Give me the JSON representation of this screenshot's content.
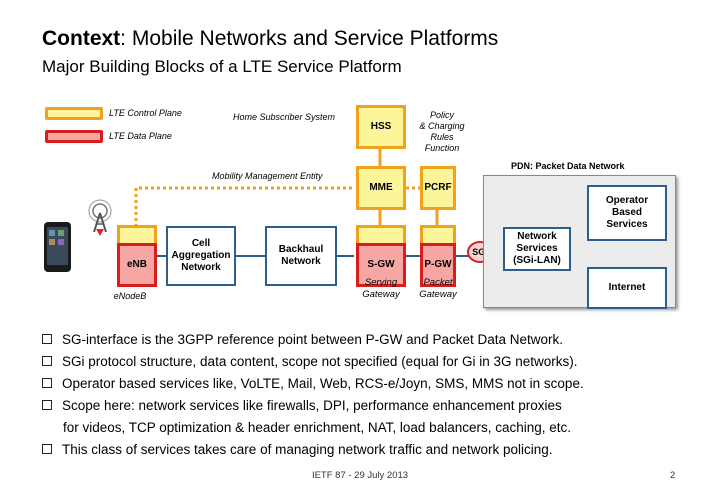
{
  "slide": {
    "title_bold": "Context",
    "title_rest": ": Mobile Networks and Service Platforms",
    "subtitle": "Major Building Blocks of a LTE Service Platform"
  },
  "legend": {
    "control": "LTE Control Plane",
    "data": "LTE Data Plane"
  },
  "nodes": {
    "hss": "HSS",
    "mme": "MME",
    "pcrf": "PCRF",
    "enb": "eNB",
    "cell_agg": [
      "Cell",
      "Aggregation",
      "Network"
    ],
    "backhaul": [
      "Backhaul",
      "Network"
    ],
    "sgw": "S-GW",
    "pgw": "P-GW",
    "sgi": "SGi",
    "net_services": [
      "Network",
      "Services",
      "(SGi-LAN)"
    ],
    "operator": [
      "Operator",
      "Based",
      "Services"
    ],
    "internet": "Internet"
  },
  "labels": {
    "home_subscriber": "Home Subscriber System",
    "policy": [
      "Policy",
      "& Charging",
      "Rules",
      "Function"
    ],
    "mobility": "Mobility Management Entity",
    "pdn": "PDN: Packet Data Network",
    "enodeb": "eNodeB",
    "serving_gw": [
      "Serving",
      "Gateway"
    ],
    "packet_gw": [
      "Packet",
      "Gateway"
    ]
  },
  "bullets": [
    "SG-interface is the 3GPP reference point between P-GW and Packet Data Network.",
    "SGi protocol structure, data content, scope not specified (equal for Gi in 3G networks).",
    "Operator based services like, VoLTE, Mail, Web, RCS-e/Joyn, SMS, MMS not in scope.",
    "Scope here: network services like firewalls, DPI, performance enhancement proxies",
    "This class of services takes care of managing network traffic and network policing."
  ],
  "bullet_continuation": "for videos, TCP optimization & header enrichment, NAT, load balancers, caching, etc.",
  "footer": {
    "center": "IETF 87 - 29 July 2013",
    "page": "2"
  },
  "colors": {
    "control_fill": "#fdf59a",
    "control_border": "#f0a21c",
    "data_fill": "#f7a7a3",
    "data_border": "#d81d1d",
    "link_blue": "#2e5c8d",
    "dotted_orange": "#f0a21c"
  }
}
